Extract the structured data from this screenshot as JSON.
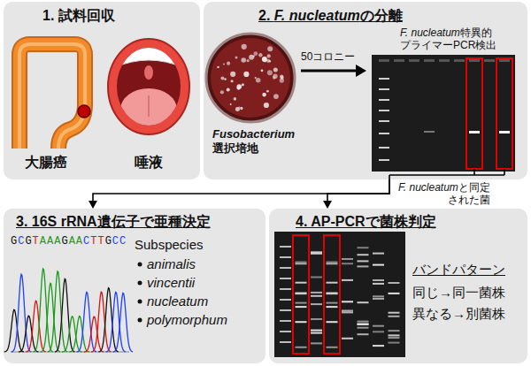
{
  "diagram": {
    "nodes": [
      {
        "text": [
          "1. 試料回収"
        ]
      },
      {
        "text": [
          "2. F. nucleatumの分離"
        ]
      },
      {
        "text": [
          "3. 16S rRNA遺伝子で亜種決定"
        ]
      },
      {
        "text": [
          "4. AP-PCRで菌株判定"
        ]
      }
    ],
    "edges": [
      {
        "from": 1,
        "to": 2,
        "arrow": "to"
      },
      {
        "from": 1,
        "to": 3,
        "arrow": "to"
      }
    ],
    "labels": [
      "大腸癌",
      "唾液",
      "Fusobacterium 選択培地",
      "50コロニー",
      "F. nucleatum特異的 プライマーPCR検出",
      "F. nucleatumと同定 された菌",
      "GCGTAAAGAACTTGCC",
      "Subspecies",
      "animalis",
      "vincentii",
      "nucleatum",
      "polymorphum",
      "バンドパターン",
      "同じ→同一菌株",
      "異なる→別菌株"
    ]
  }
}
